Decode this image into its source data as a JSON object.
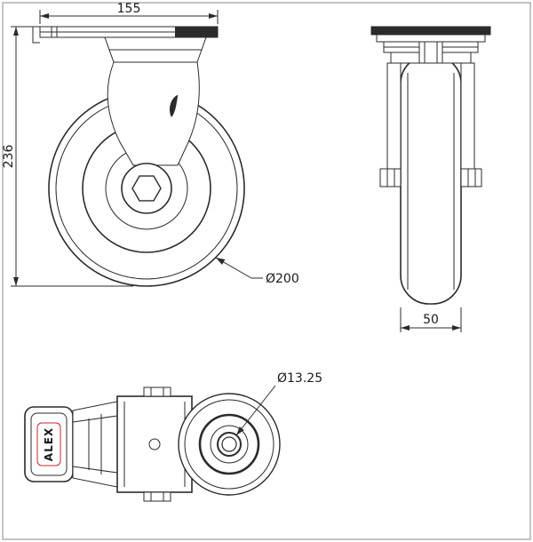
{
  "drawing": {
    "dimensions": {
      "plate_width": "155",
      "overall_height": "236",
      "wheel_diameter": "Ø200",
      "wheel_width": "50",
      "bolt_hole_diameter": "Ø13.25"
    },
    "brand": "ALEX",
    "colors": {
      "line": "#2b2b2b",
      "section_fill": "#2b2b2b",
      "brand_red": "#c0272d",
      "background": "#ffffff"
    }
  }
}
